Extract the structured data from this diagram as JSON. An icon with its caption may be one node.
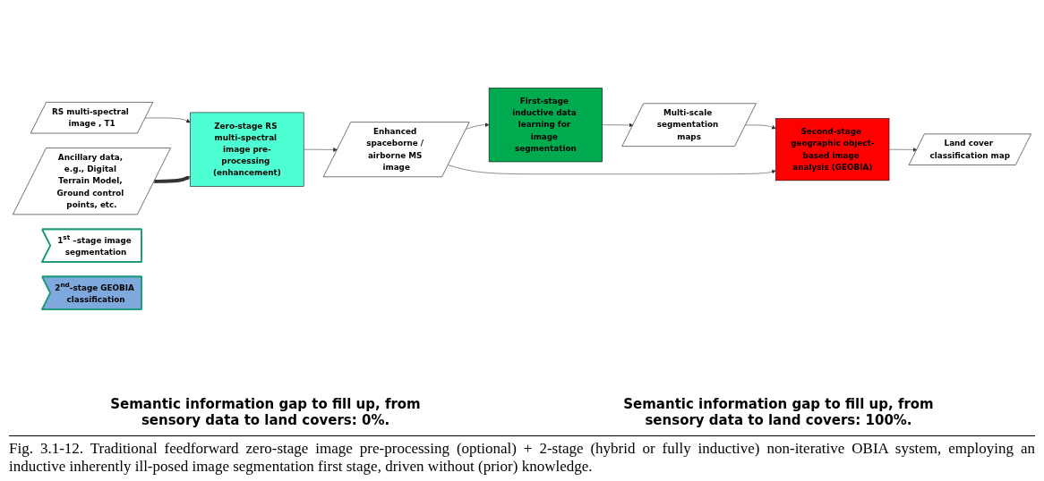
{
  "diagram": {
    "caption": "Fig. 3.1-12. Traditional feedforward zero-stage image pre-processing (optional) + 2-stage (hybrid or fully inductive) non-iterative OBIA system, employing an inductive inherently ill-posed image segmentation first stage, driven without (prior) knowledge.",
    "nodes": [
      {
        "text": [
          "RS multi-spectral image , T1"
        ]
      },
      {
        "text": [
          "Zero-stage RS multi-spectral image pre-processing (enhancement)"
        ]
      },
      {
        "text": [
          "Enhanced spaceborne / airborne MS image"
        ]
      },
      {
        "text": [
          "First-stage inductive data learning for image segmentation"
        ]
      },
      {
        "text": [
          "Multi-scale segmentation maps"
        ]
      },
      {
        "text": [
          "Second-stage geographic object-based image analysis (GEOBIA)"
        ]
      },
      {
        "text": [
          "Land cover classification map"
        ]
      },
      {
        "text": [
          "Ancillary data, e.g., Digital Terrain Model, Ground control points, etc."
        ]
      },
      {
        "text": [
          "1$^{st}$ –stage image segmentation"
        ]
      },
      {
        "text": [
          "2$^{nd}$-stage GEOBIA classification"
        ]
      }
    ],
    "labels": [
      "Semantic information gap to fill up, from sensory data to land covers: 0%.",
      "Semantic information gap to fill up, from sensory data to land covers: 100%."
    ],
    "edges": [
      {
        "from": 0,
        "to": 1,
        "arrow": "to"
      },
      {
        "from": 1,
        "to": 2,
        "arrow": "to"
      },
      {
        "from": 2,
        "to": 3,
        "arrow": "to"
      },
      {
        "from": 3,
        "to": 4,
        "arrow": "to"
      },
      {
        "from": 4,
        "to": 5,
        "arrow": "to"
      },
      {
        "from": 2,
        "to": 5,
        "arrow": "to"
      },
      {
        "from": 5,
        "to": 6,
        "arrow": "to"
      },
      {
        "from": 7,
        "to": 1,
        "arrow": "to",
        "style": "thick"
      }
    ]
  }
}
